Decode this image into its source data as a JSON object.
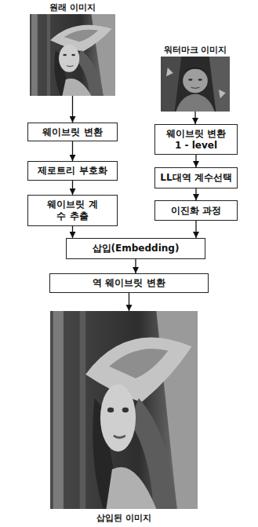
{
  "diagram": {
    "nodes": [
      {
        "text": [
          "원래 이미지"
        ]
      },
      {
        "text": [
          "웨이브릿 변환"
        ]
      },
      {
        "text": [
          "제로트리 부호화"
        ]
      },
      {
        "text": [
          "웨이브릿 계수 추출"
        ]
      },
      {
        "text": [
          "워터마크 이미지"
        ]
      },
      {
        "text": [
          "웨이브릿 변환 1 - level"
        ]
      },
      {
        "text": [
          "LL대역 계수선택"
        ]
      },
      {
        "text": [
          "이진화 과정"
        ]
      },
      {
        "text": [
          "삽입(Embedding)"
        ]
      },
      {
        "text": [
          "역 웨이브릿 변환"
        ]
      },
      {
        "text": [
          "삽입된 이미지"
        ]
      }
    ],
    "edges": [
      {
        "from": 0,
        "to": 1,
        "arrow": "to"
      },
      {
        "from": 1,
        "to": 2,
        "arrow": "to"
      },
      {
        "from": 2,
        "to": 3,
        "arrow": "to"
      },
      {
        "from": 3,
        "to": 8,
        "arrow": "to"
      },
      {
        "from": 4,
        "to": 5,
        "arrow": "to"
      },
      {
        "from": 5,
        "to": 6,
        "arrow": "to"
      },
      {
        "from": 6,
        "to": 7,
        "arrow": "to"
      },
      {
        "from": 7,
        "to": 8,
        "arrow": "to"
      },
      {
        "from": 8,
        "to": 9,
        "arrow": "to"
      },
      {
        "from": 9,
        "to": 10,
        "arrow": "to"
      }
    ]
  }
}
